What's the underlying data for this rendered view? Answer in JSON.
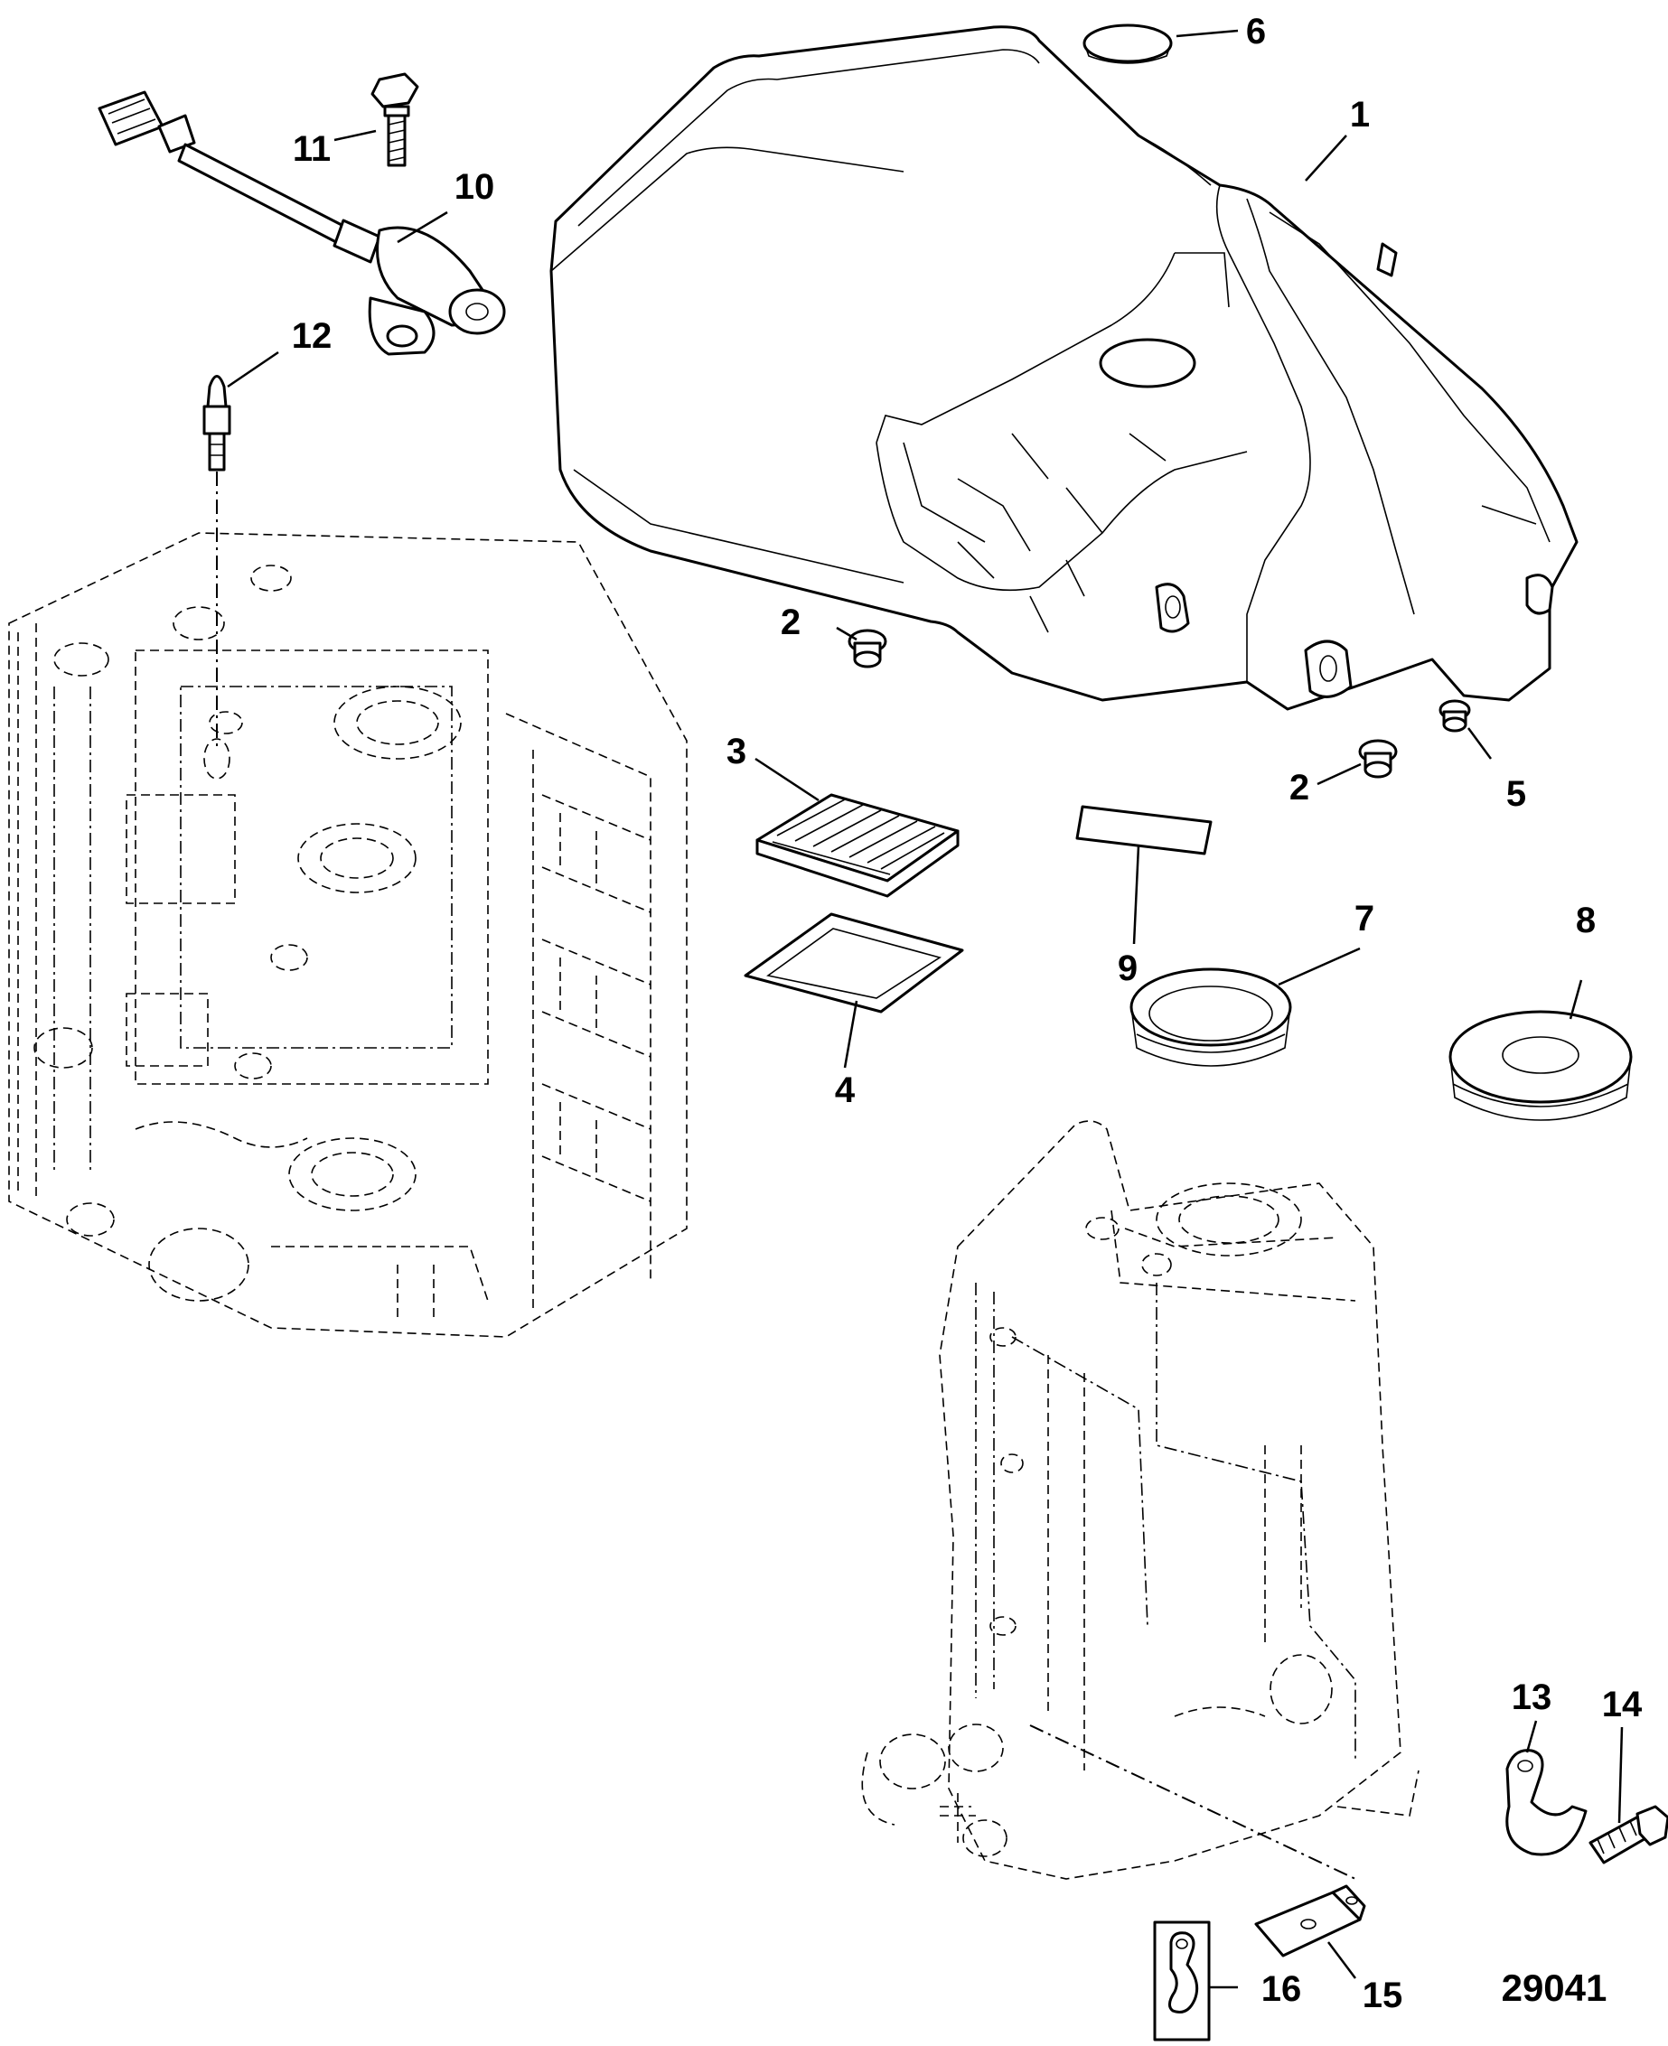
{
  "figure_number": "29041",
  "callouts": [
    {
      "id": "c1",
      "label": "1"
    },
    {
      "id": "c2a",
      "label": "2"
    },
    {
      "id": "c2b",
      "label": "2"
    },
    {
      "id": "c3",
      "label": "3"
    },
    {
      "id": "c4",
      "label": "4"
    },
    {
      "id": "c5",
      "label": "5"
    },
    {
      "id": "c6",
      "label": "6"
    },
    {
      "id": "c7",
      "label": "7"
    },
    {
      "id": "c8",
      "label": "8"
    },
    {
      "id": "c9",
      "label": "9"
    },
    {
      "id": "c10",
      "label": "10"
    },
    {
      "id": "c11",
      "label": "11"
    },
    {
      "id": "c12",
      "label": "12"
    },
    {
      "id": "c13",
      "label": "13"
    },
    {
      "id": "c14",
      "label": "14"
    },
    {
      "id": "c15",
      "label": "15"
    },
    {
      "id": "c16",
      "label": "16"
    }
  ]
}
